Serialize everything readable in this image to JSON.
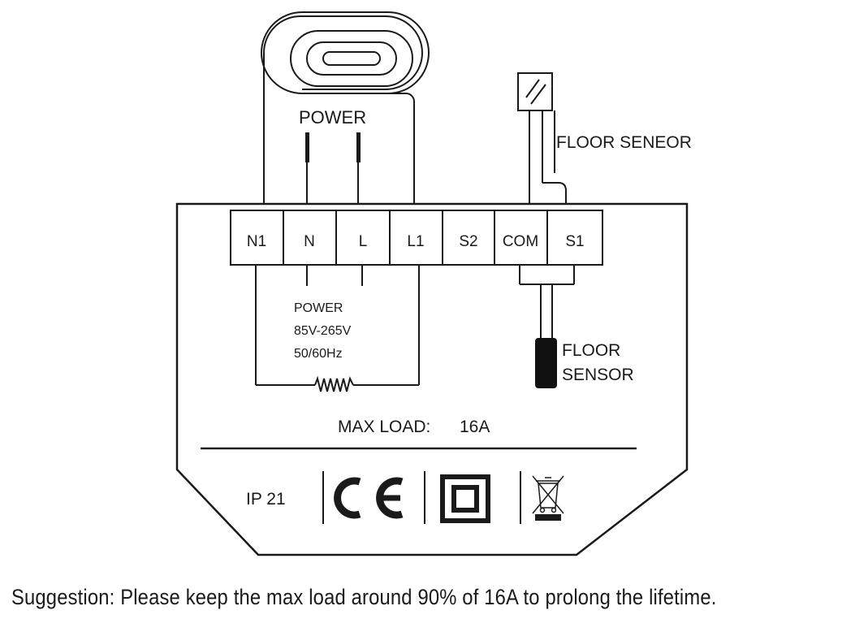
{
  "labels": {
    "power_top": "POWER",
    "floor_sensor_top": "FLOOR SENEOR",
    "power_spec_line1": "POWER",
    "power_spec_line2": "85V-265V",
    "power_spec_line3": "50/60Hz",
    "floor_sensor_line1": "FLOOR",
    "floor_sensor_line2": "SENSOR",
    "max_load_label": "MAX LOAD:",
    "max_load_value": "16A",
    "ip_rating": "IP 21"
  },
  "terminals": [
    "N1",
    "N",
    "L",
    "L1",
    "S2",
    "COM",
    "S1"
  ],
  "symbols": [
    "ce-mark-icon",
    "double-insulation-icon",
    "weee-crossed-bin-icon"
  ],
  "suggestion": "Suggestion: Please keep the max load around 90% of 16A to prolong the lifetime."
}
